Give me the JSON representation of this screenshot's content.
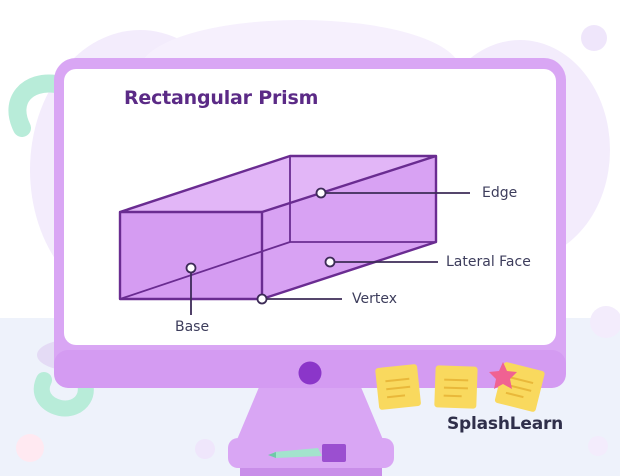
{
  "diagram": {
    "title": "Rectangular Prism",
    "labels": {
      "edge": "Edge",
      "lateral_face": "Lateral Face",
      "vertex": "Vertex",
      "base": "Base"
    }
  },
  "brand": {
    "name": "SplashLearn"
  },
  "colors": {
    "monitor_frame": "#d9a6f4",
    "screen": "#ffffff",
    "prism_fill": "#d59cf2",
    "prism_edge": "#6a2c91",
    "title": "#5b2a86",
    "sticky_note": "#f9d95e",
    "star": "#f06292",
    "blob_mint": "#b8ecd9",
    "blob_lavender": "#efe6fb"
  },
  "icons": [
    "star-icon",
    "sticky-note-icon",
    "power-button-icon",
    "pen-icon"
  ]
}
